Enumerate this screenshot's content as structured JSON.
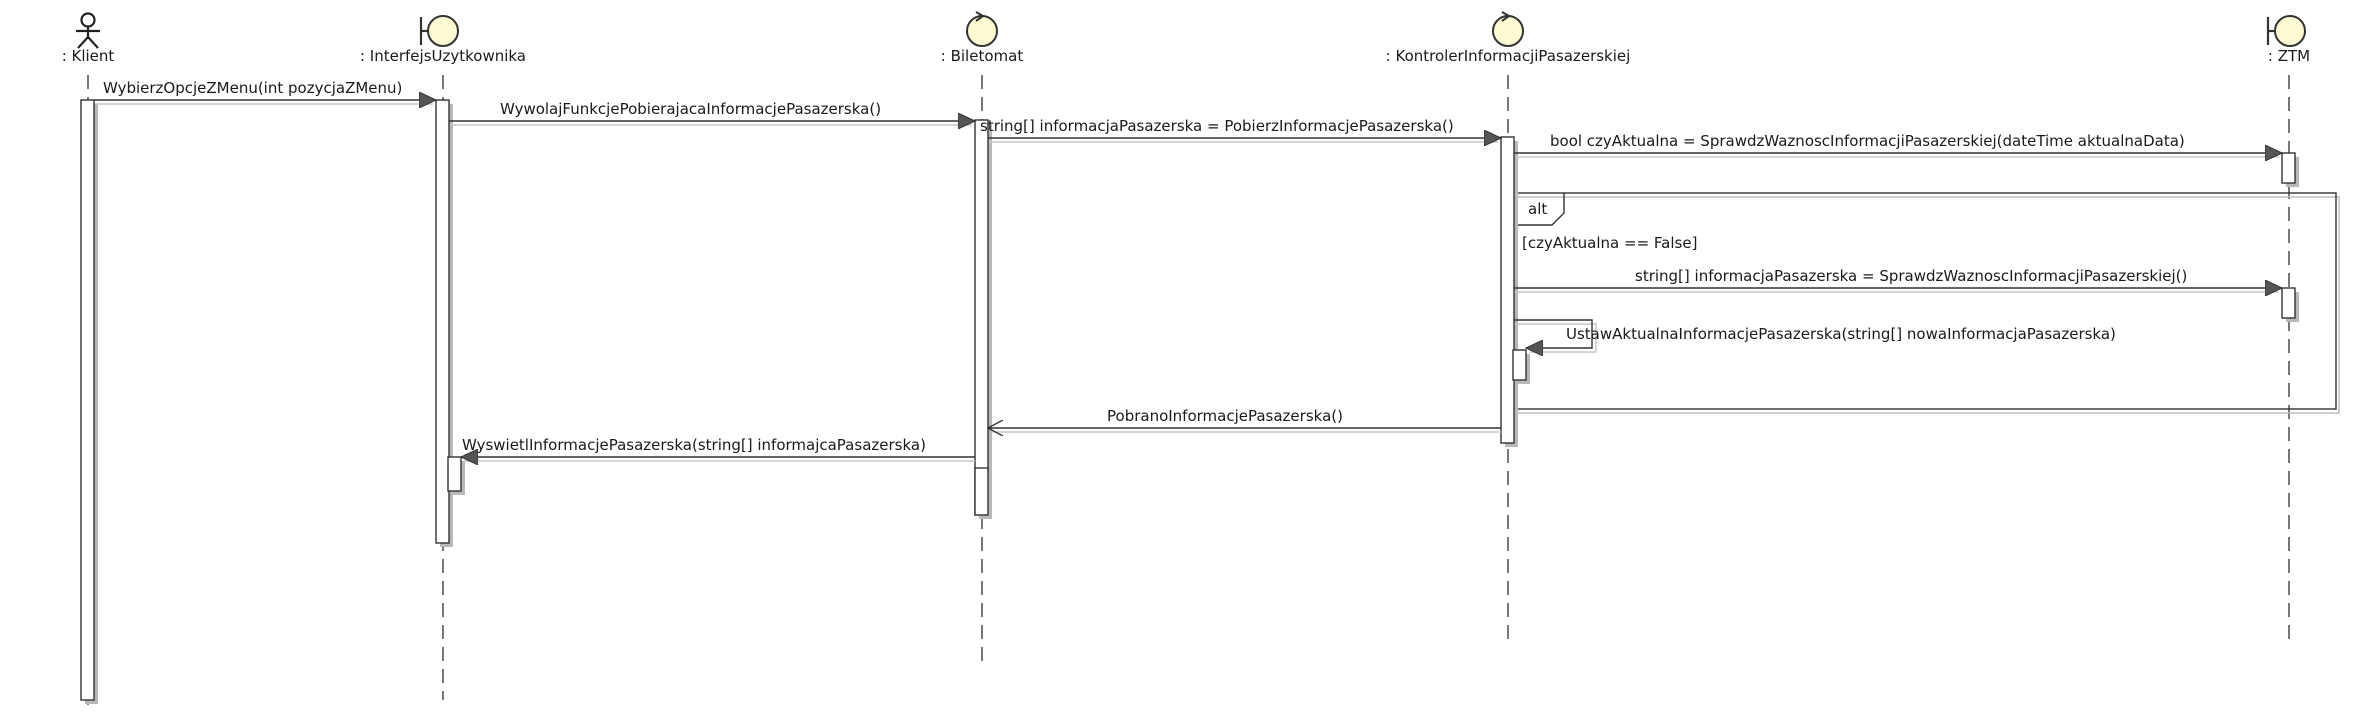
{
  "participants": [
    {
      "id": "klient",
      "label": ": Klient",
      "kind": "actor"
    },
    {
      "id": "ui",
      "label": ": InterfejsUzytkownika",
      "kind": "boundary"
    },
    {
      "id": "biletomat",
      "label": ": Biletomat",
      "kind": "control"
    },
    {
      "id": "kontroler",
      "label": ": KontrolerInformacjiPasazerskiej",
      "kind": "control"
    },
    {
      "id": "ztm",
      "label": ": ZTM",
      "kind": "boundary"
    }
  ],
  "messages": [
    {
      "label": "WybierzOpcjeZMenu(int pozycjaZMenu)",
      "from": "klient",
      "to": "ui",
      "type": "sync"
    },
    {
      "label": "WywolajFunkcjePobierajacaInformacjePasazerska()",
      "from": "ui",
      "to": "biletomat",
      "type": "sync"
    },
    {
      "label": "string[] informacjaPasazerska = PobierzInformacjePasazerska()",
      "from": "biletomat",
      "to": "kontroler",
      "type": "sync"
    },
    {
      "label": "bool czyAktualna = SprawdzWaznoscInformacjiPasazerskiej(dateTime aktualnaData)",
      "from": "kontroler",
      "to": "ztm",
      "type": "sync"
    },
    {
      "label": "string[] informacjaPasazerska = SprawdzWaznoscInformacjiPasazerskiej()",
      "from": "kontroler",
      "to": "ztm",
      "type": "sync"
    },
    {
      "label": "UstawAktualnaInformacjePasazerska(string[] nowaInformacjaPasazerska)",
      "from": "kontroler",
      "to": "kontroler",
      "type": "self"
    },
    {
      "label": "PobranoInformacjePasazerska()",
      "from": "kontroler",
      "to": "biletomat",
      "type": "return"
    },
    {
      "label": "WyswietlInformacjePasazerska(string[] informajcaPasazerska)",
      "from": "biletomat",
      "to": "ui",
      "type": "sync"
    }
  ],
  "fragment": {
    "operator": "alt",
    "guard": "[czyAktualna == False]"
  }
}
